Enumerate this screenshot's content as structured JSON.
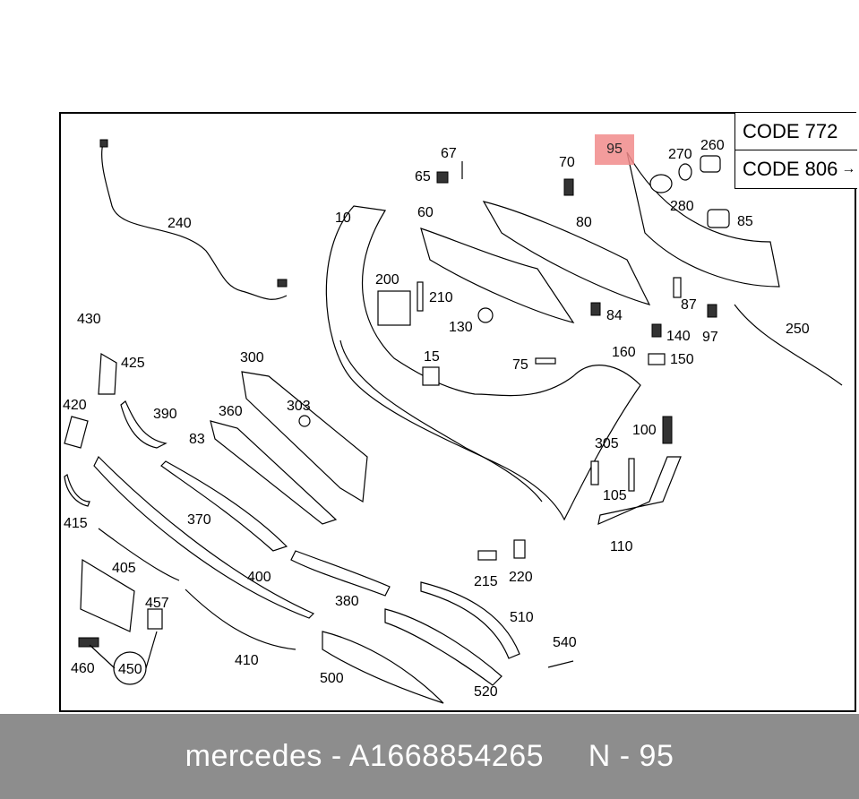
{
  "codes": [
    {
      "label": "CODE 772",
      "arrow": ""
    },
    {
      "label": "CODE 806",
      "arrow": "→"
    }
  ],
  "highlighted_label": "95",
  "part_labels": [
    "10",
    "15",
    "60",
    "65",
    "67",
    "70",
    "75",
    "80",
    "83",
    "84",
    "85",
    "87",
    "97",
    "100",
    "105",
    "110",
    "130",
    "140",
    "150",
    "160",
    "200",
    "210",
    "215",
    "220",
    "240",
    "250",
    "260",
    "270",
    "280",
    "300",
    "303",
    "305",
    "360",
    "370",
    "380",
    "390",
    "400",
    "405",
    "410",
    "415",
    "420",
    "425",
    "430",
    "450",
    "457",
    "460",
    "500",
    "510",
    "520",
    "540"
  ],
  "footer": {
    "brand": "mercedes",
    "part_number": "A1668854265",
    "position": "N - 95"
  }
}
